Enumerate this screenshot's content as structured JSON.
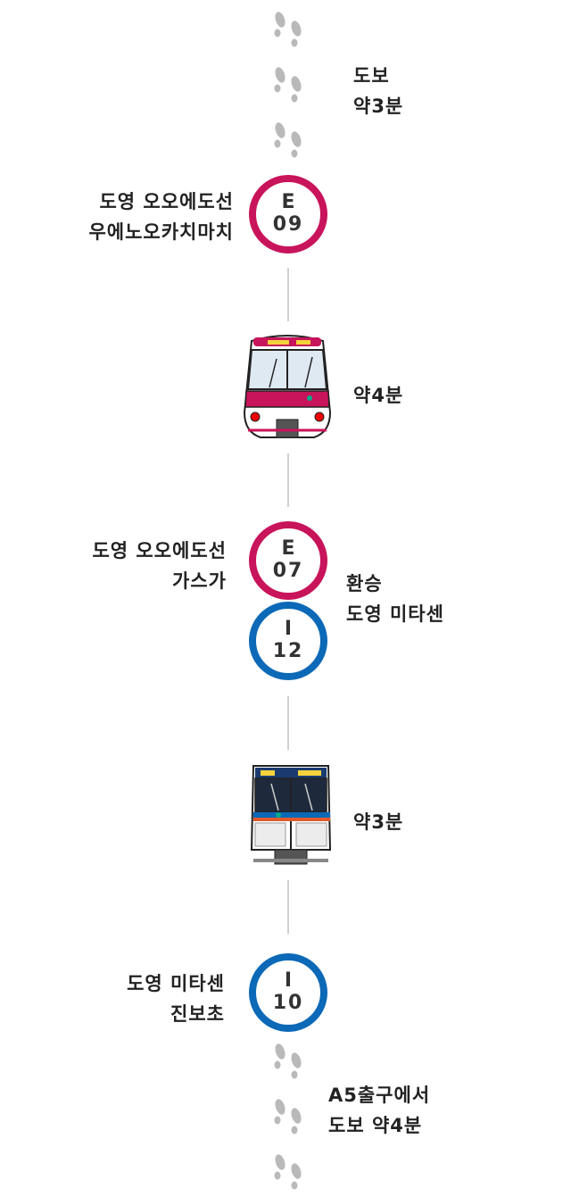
{
  "segments": {
    "walk_start": {
      "line1": "도보",
      "line2": "약3분"
    },
    "station_e09": {
      "name1": "도영 오오에도선",
      "name2": "우에노오카치마치",
      "code": "E",
      "number": "09"
    },
    "ride_oedo": {
      "duration": "약4분"
    },
    "station_e07": {
      "name1": "도영 오오에도선",
      "name2": "가스가",
      "code": "E",
      "number": "07"
    },
    "transfer": {
      "line1": "환승",
      "line2": "도영 미타센"
    },
    "station_i12": {
      "code": "I",
      "number": "12"
    },
    "ride_mita": {
      "duration": "약3분"
    },
    "station_i10": {
      "name1": "도영 미타센",
      "name2": "진보초",
      "code": "I",
      "number": "10"
    },
    "walk_end": {
      "line1": "A5출구에서",
      "line2": "도보 약4분"
    }
  },
  "colors": {
    "oedo_line": "#c8145a",
    "mita_line": "#0b69b7",
    "connector": "#cfcfcf",
    "footprint": "#b9b9b9"
  },
  "icons": {
    "footsteps": "footsteps-icon",
    "oedo_train": "oedo-train-icon",
    "mita_train": "mita-train-icon"
  }
}
